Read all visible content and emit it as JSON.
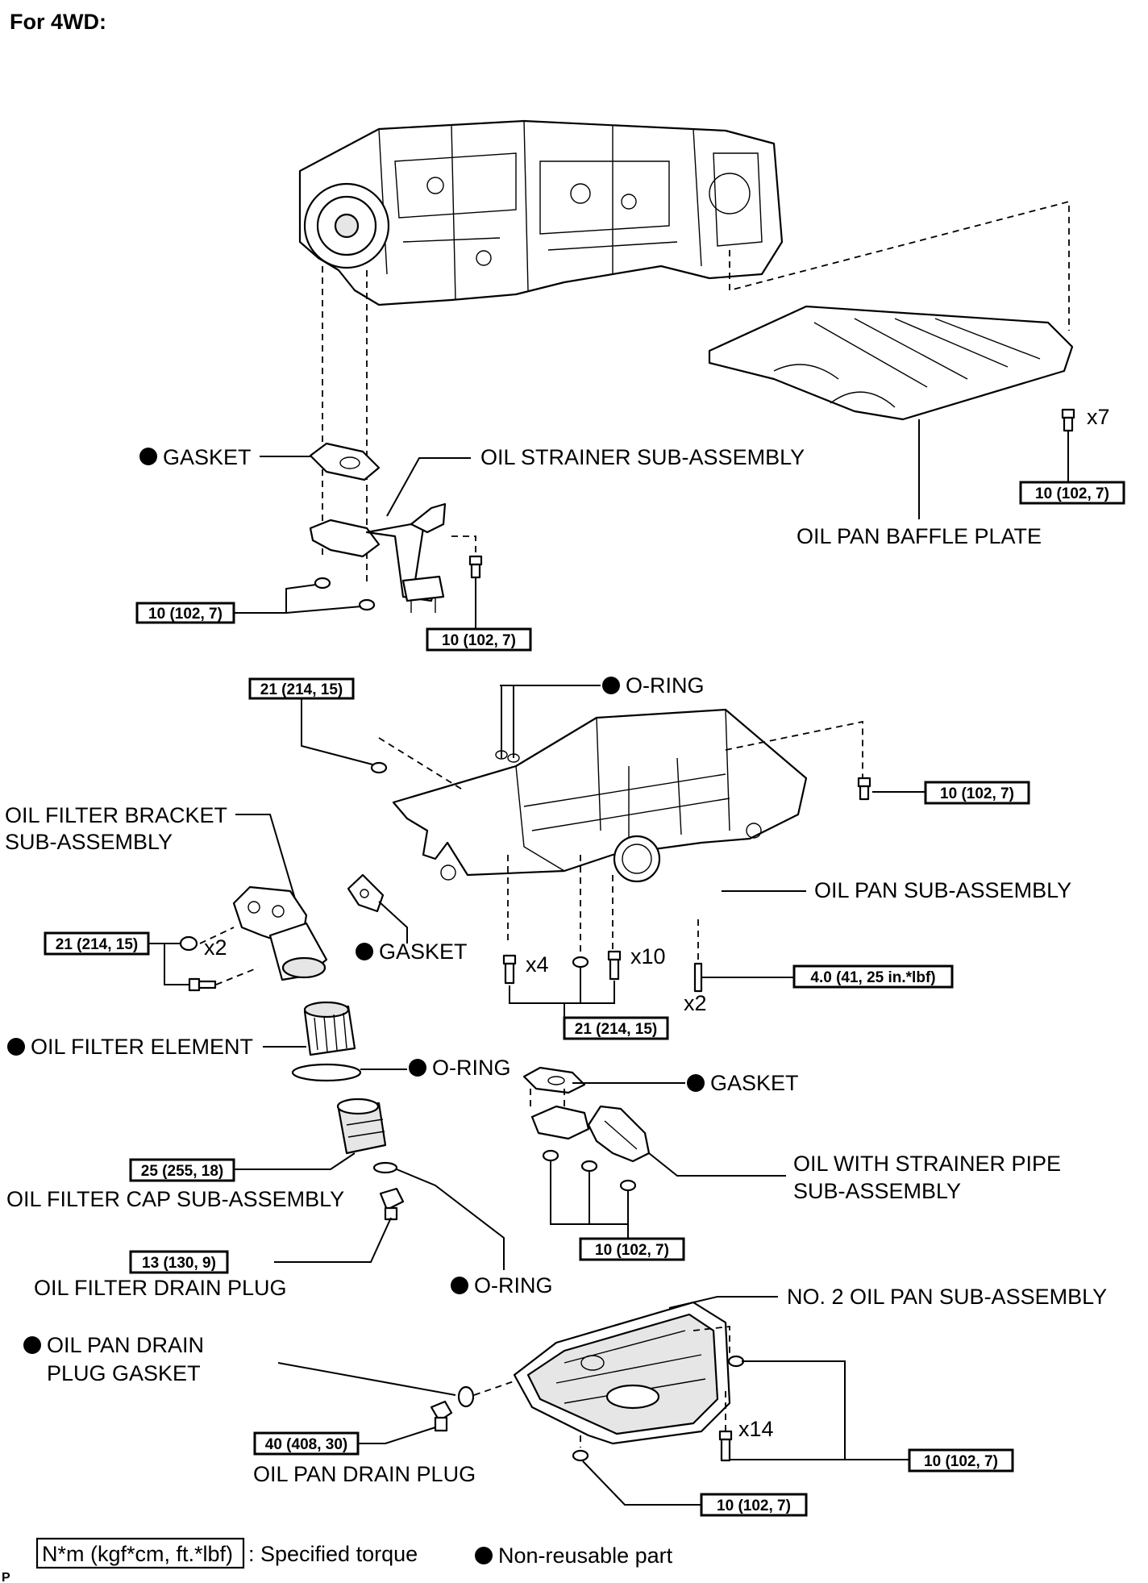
{
  "header": {
    "title": "For 4WD:"
  },
  "labels": {
    "gasket_top": "GASKET",
    "oil_strainer": "OIL STRAINER SUB-ASSEMBLY",
    "baffle_plate": "OIL PAN BAFFLE PLATE",
    "oring_top": "O-RING",
    "filter_bracket_1": "OIL FILTER BRACKET",
    "filter_bracket_2": "SUB-ASSEMBLY",
    "gasket_mid": "GASKET",
    "oil_pan": "OIL PAN SUB-ASSEMBLY",
    "filter_element": "OIL FILTER ELEMENT",
    "oring_filter": "O-RING",
    "gasket_pipe": "GASKET",
    "strainer_pipe_1": "OIL WITH STRAINER PIPE",
    "strainer_pipe_2": "SUB-ASSEMBLY",
    "filter_cap": "OIL FILTER CAP SUB-ASSEMBLY",
    "filter_drain_plug": "OIL FILTER DRAIN PLUG",
    "oring_drain": "O-RING",
    "no2_oil_pan": "NO. 2 OIL PAN SUB-ASSEMBLY",
    "drain_gasket_1": "OIL PAN DRAIN",
    "drain_gasket_2": "PLUG GASKET",
    "drain_plug": "OIL PAN DRAIN PLUG"
  },
  "quantities": {
    "baffle_bolts": "x7",
    "bracket_bolts": "x2",
    "pan_bolts_a": "x4",
    "pan_bolts_b": "x10",
    "pan_studs": "x2",
    "no2_pan_bolts": "x14"
  },
  "torques": {
    "baffle": "10 (102, 7)",
    "strainer_nuts": "10 (102, 7)",
    "strainer_bolt": "10 (102, 7)",
    "pan_top_nut": "21 (214, 15)",
    "pan_right_bolt": "10 (102, 7)",
    "bracket": "21 (214, 15)",
    "pan_studs": "4.0 (41, 25 in.*lbf)",
    "pan_bolts": "21 (214, 15)",
    "filter_cap": "25 (255, 18)",
    "pipe_nuts": "10 (102, 7)",
    "filter_drain": "13 (130, 9)",
    "drain_plug": "40 (408, 30)",
    "no2_pan_right": "10 (102, 7)",
    "no2_pan_bottom": "10 (102, 7)"
  },
  "legend": {
    "torque_box": "N*m (kgf*cm, ft.*lbf)",
    "torque_desc": ": Specified torque",
    "nonreusable_desc": "Non-reusable part"
  },
  "footer": {
    "code": "P"
  }
}
